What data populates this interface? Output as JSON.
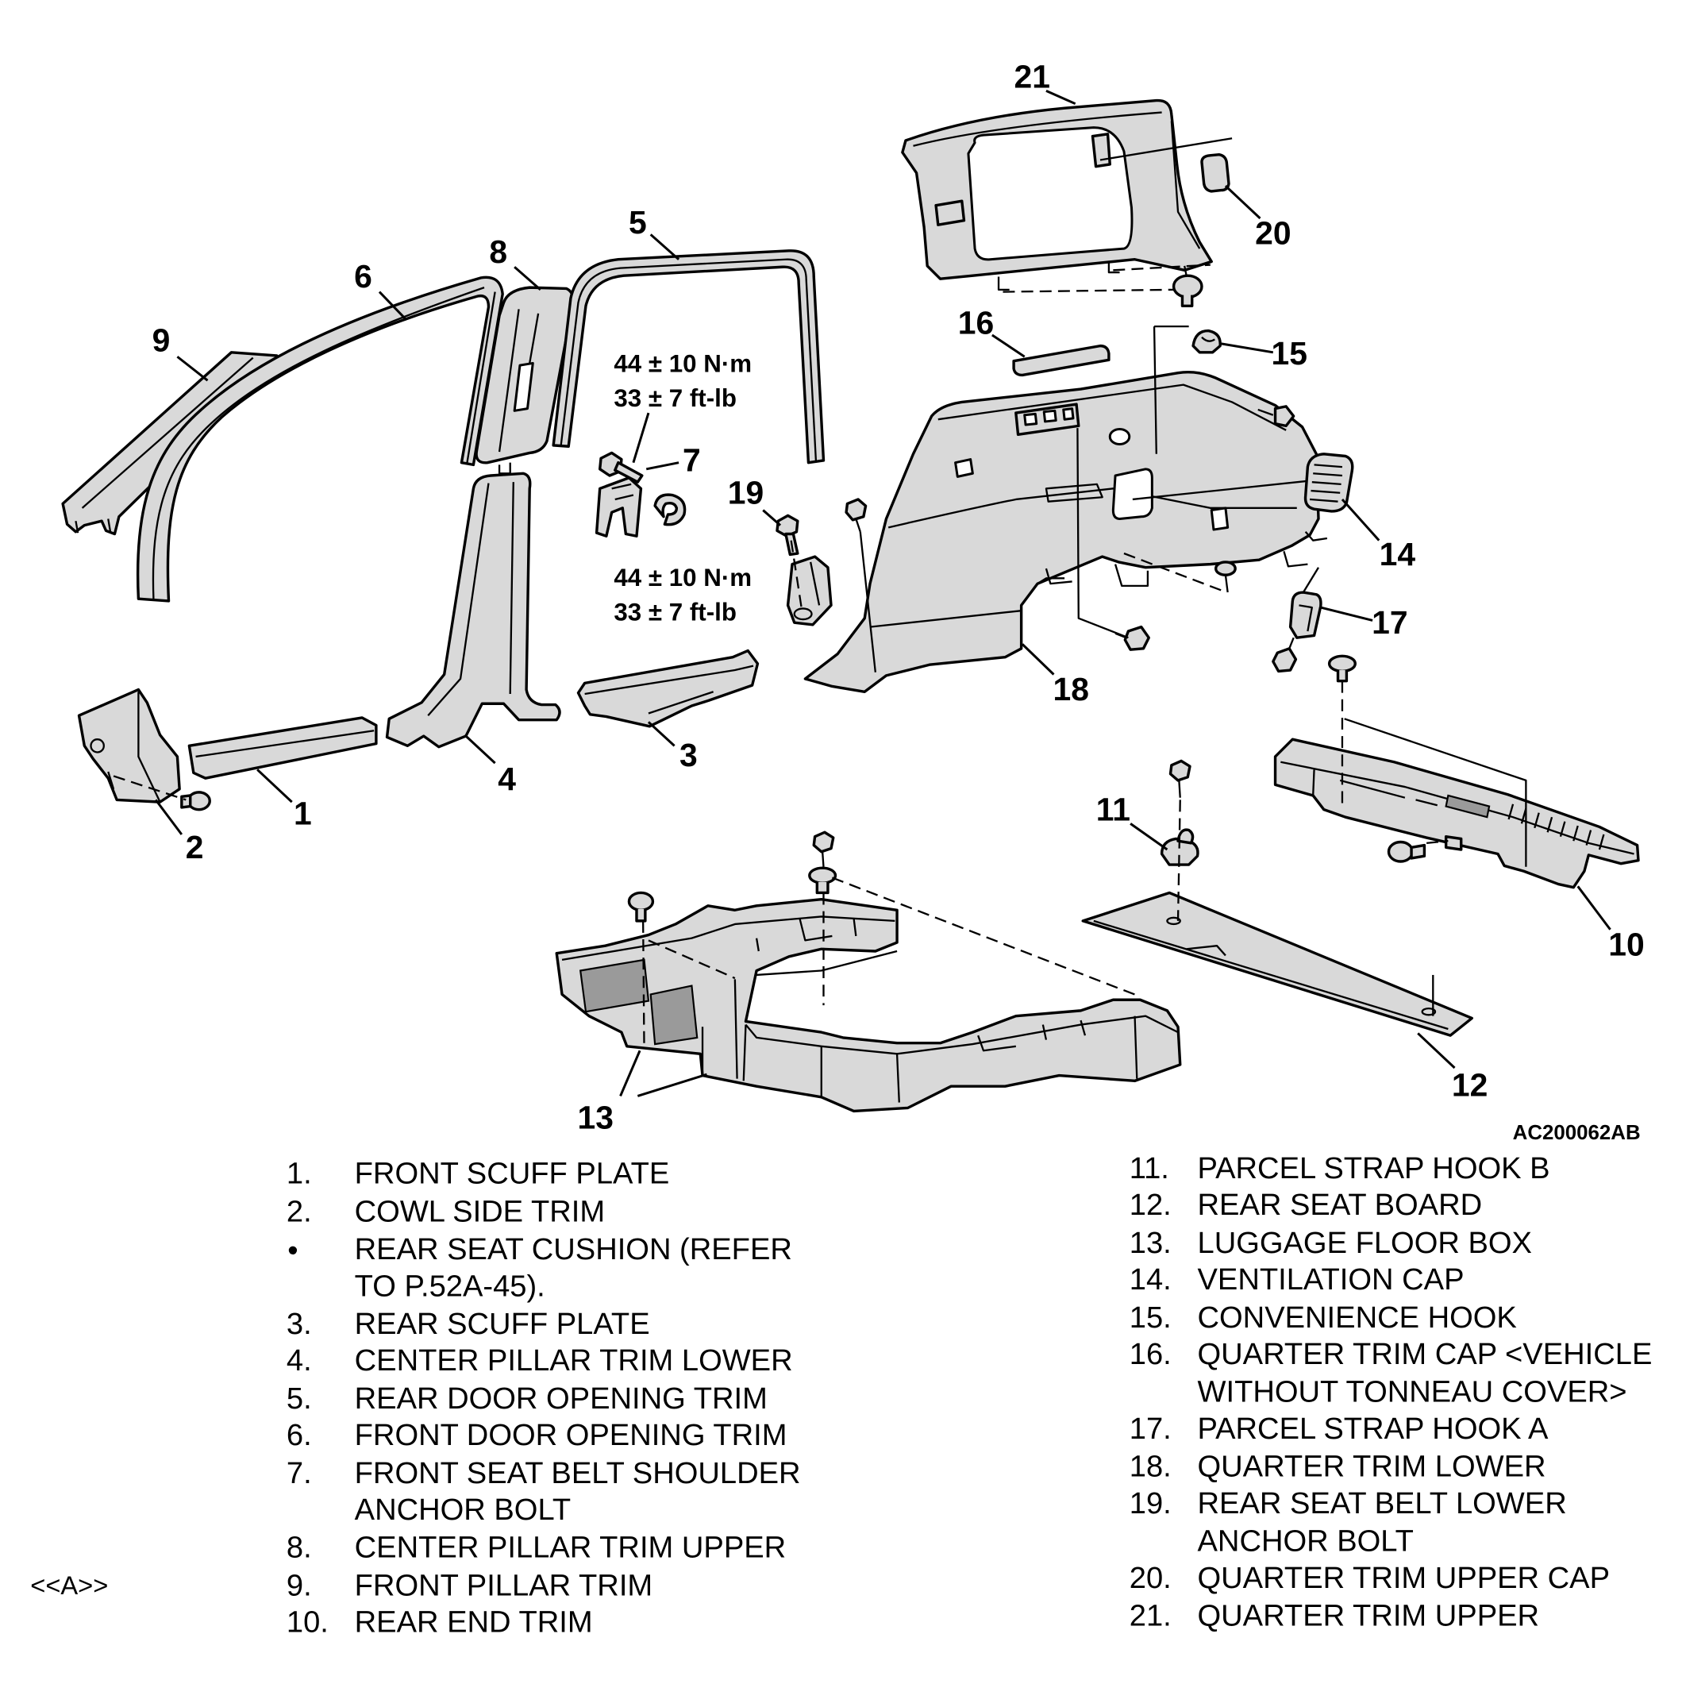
{
  "figure_id": "AC200062AB",
  "section_marker": "<<A>>",
  "callouts": [
    "1",
    "2",
    "3",
    "4",
    "5",
    "6",
    "7",
    "8",
    "9",
    "10",
    "11",
    "12",
    "13",
    "14",
    "15",
    "16",
    "17",
    "18",
    "19",
    "20",
    "21"
  ],
  "torque_specs": [
    {
      "metric": "44 ± 10 N·m",
      "imperial": "33 ± 7 ft-lb"
    },
    {
      "metric": "44 ± 10 N·m",
      "imperial": "33 ± 7 ft-lb"
    }
  ],
  "legend_left": [
    {
      "num": "1.",
      "lines": [
        "FRONT SCUFF PLATE"
      ]
    },
    {
      "num": "2.",
      "lines": [
        "COWL SIDE TRIM"
      ]
    },
    {
      "num": "•",
      "lines": [
        "REAR SEAT CUSHION (REFER",
        "TO P.52A-45)."
      ]
    },
    {
      "num": "3.",
      "lines": [
        "REAR SCUFF PLATE"
      ]
    },
    {
      "num": "4.",
      "lines": [
        "CENTER PILLAR TRIM LOWER"
      ]
    },
    {
      "num": "5.",
      "lines": [
        "REAR DOOR OPENING TRIM"
      ]
    },
    {
      "num": "6.",
      "lines": [
        "FRONT DOOR OPENING TRIM"
      ]
    },
    {
      "num": "7.",
      "lines": [
        "FRONT SEAT BELT SHOULDER",
        "ANCHOR BOLT"
      ]
    },
    {
      "num": "8.",
      "lines": [
        "CENTER PILLAR TRIM UPPER"
      ]
    },
    {
      "num": "9.",
      "lines": [
        "FRONT PILLAR TRIM"
      ]
    },
    {
      "num": "10.",
      "lines": [
        "REAR END TRIM"
      ]
    }
  ],
  "legend_right": [
    {
      "num": "11.",
      "lines": [
        "PARCEL STRAP HOOK B"
      ]
    },
    {
      "num": "12.",
      "lines": [
        "REAR SEAT BOARD"
      ]
    },
    {
      "num": "13.",
      "lines": [
        "LUGGAGE FLOOR BOX"
      ]
    },
    {
      "num": "14.",
      "lines": [
        "VENTILATION CAP"
      ]
    },
    {
      "num": "15.",
      "lines": [
        "CONVENIENCE HOOK"
      ]
    },
    {
      "num": "16.",
      "lines": [
        "QUARTER TRIM CAP <VEHICLE",
        "WITHOUT TONNEAU COVER>"
      ]
    },
    {
      "num": "17.",
      "lines": [
        "PARCEL STRAP HOOK A"
      ]
    },
    {
      "num": "18.",
      "lines": [
        "QUARTER TRIM LOWER"
      ]
    },
    {
      "num": "19.",
      "lines": [
        "REAR SEAT BELT LOWER",
        "ANCHOR BOLT"
      ]
    },
    {
      "num": "20.",
      "lines": [
        "QUARTER TRIM UPPER CAP"
      ]
    },
    {
      "num": "21.",
      "lines": [
        "QUARTER TRIM UPPER"
      ]
    }
  ],
  "colors": {
    "part_fill": "#d9d9d9",
    "outline": "#000000",
    "background": "#ffffff"
  }
}
